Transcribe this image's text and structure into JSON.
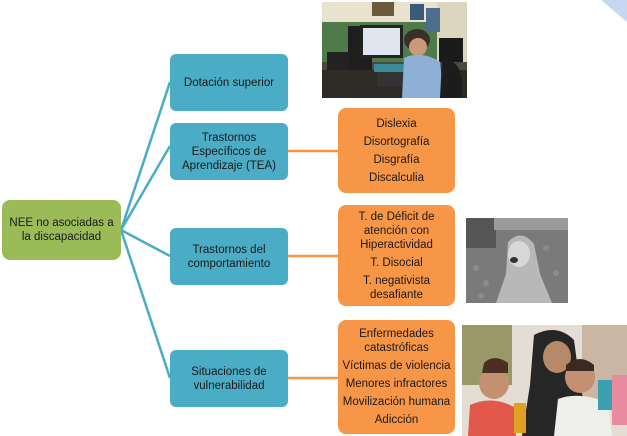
{
  "root": {
    "label": "NEE no asociadas a la discapacidad"
  },
  "categories": [
    {
      "label": "Dotación superior"
    },
    {
      "label": "Trastornos Específicos de Aprendizaje (TEA)"
    },
    {
      "label": "Trastornos del comportamiento"
    },
    {
      "label": "Situaciones de vulnerabilidad"
    }
  ],
  "details": [
    {
      "items": [
        "Dislexia",
        "Disortografía",
        "Disgrafía",
        "Discalculia"
      ]
    },
    {
      "items": [
        "T. de Déficit de atención con Hiperactividad",
        "T. Disocial",
        "T. negativista desafiante"
      ]
    },
    {
      "items": [
        "Enfermedades catastróficas",
        "Víctimas de violencia",
        "Menores infractores",
        "Movilización humana",
        "Adicción"
      ]
    }
  ],
  "images": [
    {
      "name": "boy-at-computer-photo"
    },
    {
      "name": "crying-child-photo"
    },
    {
      "name": "mother-with-children-photo"
    }
  ],
  "colors": {
    "root": "#9bbb59",
    "category": "#4bacc6",
    "detail": "#f79646",
    "connector_blue": "#4bacc6",
    "connector_orange": "#f79646"
  }
}
